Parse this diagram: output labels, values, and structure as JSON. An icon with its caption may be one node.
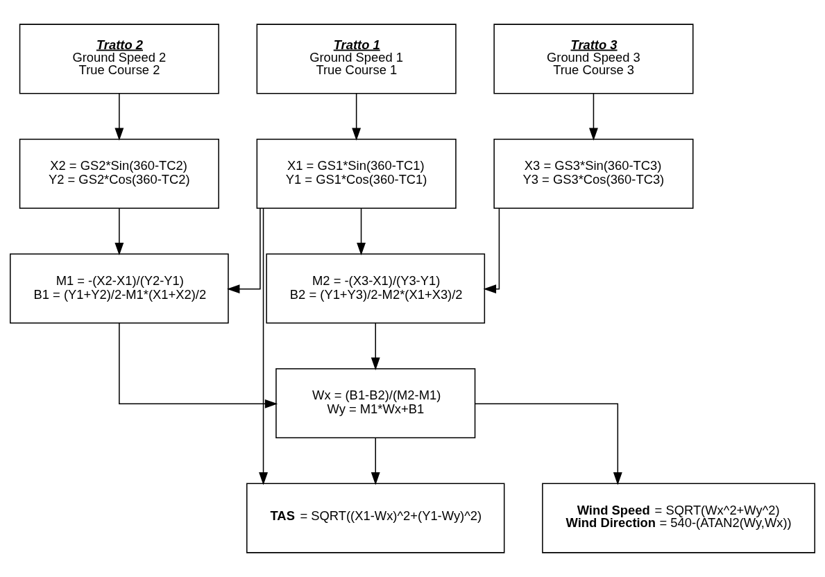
{
  "diagram": {
    "nodes": [
      {
        "text": [
          "Tratto 1",
          "Ground Speed 1",
          "True Course 1"
        ]
      },
      {
        "text": [
          "Tratto 2",
          "Ground Speed 2",
          "True Course 2"
        ]
      },
      {
        "text": [
          "Tratto 3",
          "Ground Speed 3",
          "True Course 3"
        ]
      },
      {
        "text": [
          "X1 = GS1*Sin(360-TC1)",
          "Y1 = GS1*Cos(360-TC1)"
        ]
      },
      {
        "text": [
          "X2 = GS2*Sin(360-TC2)",
          "Y2 = GS2*Cos(360-TC2)"
        ]
      },
      {
        "text": [
          "X3 = GS3*Sin(360-TC3)",
          "Y3 = GS3*Cos(360-TC3)"
        ]
      },
      {
        "text": [
          "M1 = -(X2-X1)/(Y2-Y1)",
          "B1 = (Y1+Y2)/2-M1*(X1+X2)/2"
        ]
      },
      {
        "text": [
          "M2 = -(X3-X1)/(Y3-Y1)",
          "B2 = (Y1+Y3)/2-M2*(X1+X3)/2"
        ]
      },
      {
        "text": [
          "Wx = (B1-B2)/(M2-M1)",
          "Wy = M1*Wx+B1"
        ]
      },
      {
        "text": [
          "**TAS** = SQRT((X1-Wx)^2+(Y1-Wy)^2)"
        ]
      },
      {
        "text": [
          "**Wind Speed** = SQRT(Wx^2+Wy^2)",
          "**Wind Direction** = 540-(ATAN2(Wy,Wx))"
        ]
      }
    ],
    "edges": [
      {
        "from": 0,
        "to": 3,
        "arrow": "to"
      },
      {
        "from": 1,
        "to": 4,
        "arrow": "to"
      },
      {
        "from": 2,
        "to": 5,
        "arrow": "to"
      },
      {
        "from": 3,
        "to": 6,
        "arrow": "to"
      },
      {
        "from": 3,
        "to": 7,
        "arrow": "to"
      },
      {
        "from": 3,
        "to": 9,
        "arrow": "to"
      },
      {
        "from": 4,
        "to": 6,
        "arrow": "to"
      },
      {
        "from": 5,
        "to": 7,
        "arrow": "to"
      },
      {
        "from": 6,
        "to": 8,
        "arrow": "to"
      },
      {
        "from": 7,
        "to": 8,
        "arrow": "to"
      },
      {
        "from": 8,
        "to": 9,
        "arrow": "to"
      },
      {
        "from": 8,
        "to": 10,
        "arrow": "to"
      }
    ]
  }
}
